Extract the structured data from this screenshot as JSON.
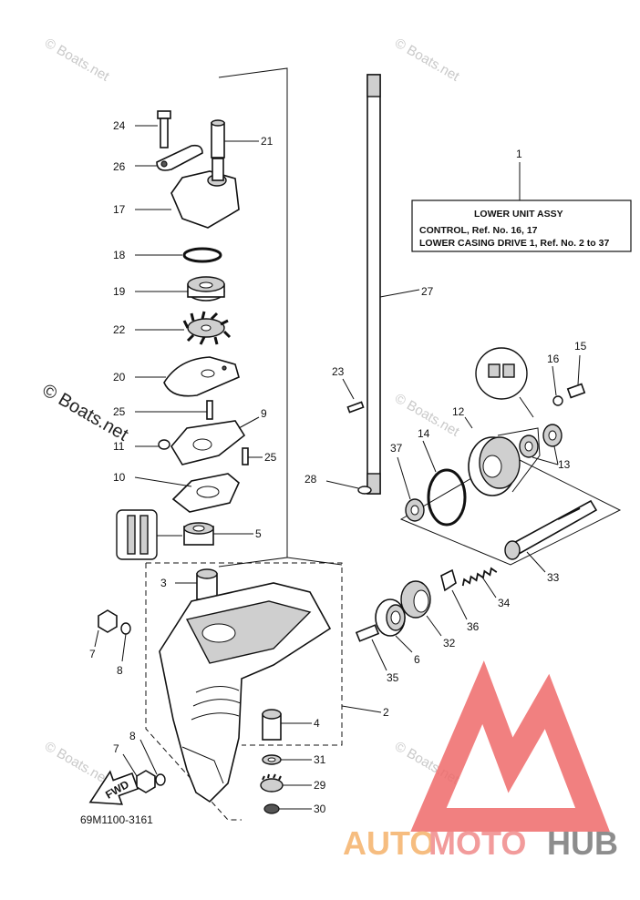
{
  "watermarks": [
    "© Boats.net",
    "© Boats.net",
    "© Boats.net",
    "© Boats.net",
    "© Boats.net",
    "© Boats.net"
  ],
  "info_box": {
    "ref": "1",
    "title": "LOWER UNIT ASSY",
    "line1": "CONTROL,  Ref. No. 16, 17",
    "line2": "LOWER CASING DRIVE 1,  Ref. No. 2 to 37"
  },
  "callouts": {
    "c24": "24",
    "c21": "21",
    "c26": "26",
    "c17": "17",
    "c18": "18",
    "c19": "19",
    "c22": "22",
    "c20": "20",
    "c25a": "25",
    "c9": "9",
    "c11": "11",
    "c25b": "25",
    "c10": "10",
    "c5": "5",
    "c3": "3",
    "c7a": "7",
    "c8a": "8",
    "c4": "4",
    "c8b": "8",
    "c7b": "7",
    "c31": "31",
    "c29": "29",
    "c30": "30",
    "c2": "2",
    "c27": "27",
    "c23": "23",
    "c28": "28",
    "c15": "15",
    "c16": "16",
    "c12": "12",
    "c14": "14",
    "c37": "37",
    "c13": "13",
    "c33": "33",
    "c34": "34",
    "c36": "36",
    "c32": "32",
    "c6": "6",
    "c35": "35"
  },
  "fwd_label": "FWD",
  "diagram_code": "69M1100-3161",
  "logo": {
    "text_auto": "AUTO",
    "text_moto": "MOTO",
    "text_hub": "HUB",
    "color_auto": "#f5b26b",
    "color_moto": "#f08a8a",
    "color_hub": "#7a7a7a",
    "triangle_color": "#ef6a6a"
  }
}
